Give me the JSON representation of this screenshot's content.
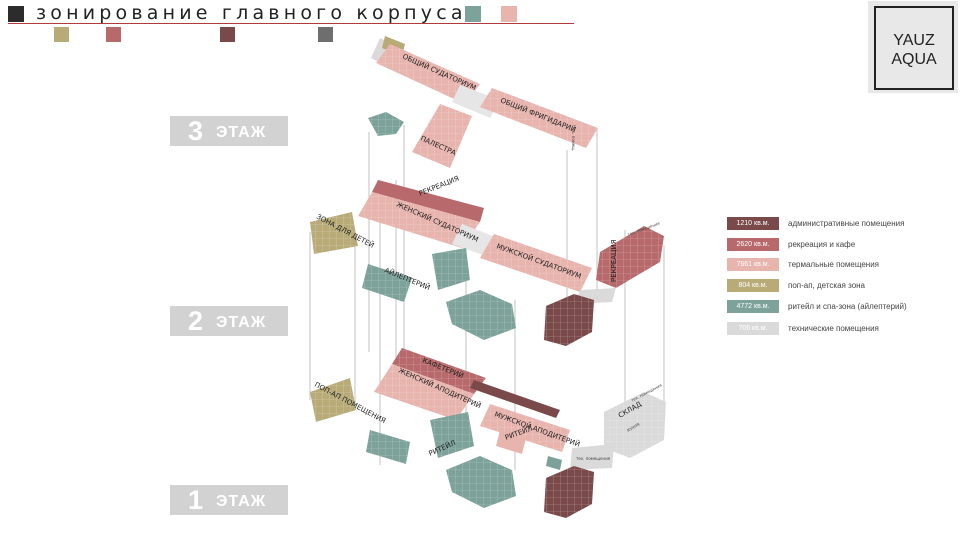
{
  "title": "зонирование главного корпуса",
  "logo": {
    "line1": "YAUZ",
    "line2": "AQUA"
  },
  "floors": [
    {
      "number": "3",
      "word": "ЭТАЖ"
    },
    {
      "number": "2",
      "word": "ЭТАЖ"
    },
    {
      "number": "1",
      "word": "ЭТАЖ"
    }
  ],
  "colors": {
    "admin": "#7a4a4a",
    "recreation": "#b7696b",
    "thermal": "#e8b4ae",
    "popup": "#b8ab78",
    "retail": "#7ca299",
    "technical": "#dadada",
    "header_black": "#2c2c2c",
    "header_gray": "#6e6e6e",
    "header_line": "#b23a3a"
  },
  "legend": [
    {
      "area": "1210 кв.м.",
      "label": "административные помещения",
      "color": "#7a4a4a"
    },
    {
      "area": "2620 кв.м.",
      "label": "рекреация и кафе",
      "color": "#b7696b"
    },
    {
      "area": "7661 кв.м.",
      "label": "термальные помещения",
      "color": "#e8b4ae"
    },
    {
      "area": "804 кв.м.",
      "label": "поп-ап, детская зона",
      "color": "#b8ab78"
    },
    {
      "area": "4772 кв.м.",
      "label": "ритейл и спа-зона (айлептерий)",
      "color": "#7ca299"
    },
    {
      "area": "706 кв.м.",
      "label": "технические помещения",
      "color": "#dadada"
    }
  ],
  "rooms": {
    "f3_general_sudatorium": "ОБЩИЙ СУДАТОРИУМ",
    "f3_general_frigidarium": "ОБЩИЙ ФРИГИДАРИЙ",
    "f3_palestra": "ПАЛЕСТРА",
    "f3_tech": "тех. помещ.",
    "f2_recreation": "РЕКРЕАЦИЯ",
    "f2_female_sudatorium": "ЖЕНСКИЙ СУДАТОРИУМ",
    "f2_male_sudatorium": "МУЖСКОЙ СУДАТОРИУМ",
    "f2_kids_zone": "ЗОНА ДЛЯ ДЕТЕЙ",
    "f2_aileptery": "АЙЛЕПТЕРИЙ",
    "f2_recreation_right": "РЕКРЕАЦИЯ",
    "f2_tech": "тех. помещения",
    "f1_cafeteria": "КАФЕТЕРИЙ",
    "f1_female_apodyterium": "ЖЕНСКИЙ АПОДИТЕРИЙ",
    "f1_male_apodyterium": "МУЖСКОЙ АПОДИТЕРИЙ",
    "f1_popup": "ПОП-АП ПОМЕЩЕНИЯ",
    "f1_retail": "РИТЕЙЛ",
    "f1_retail_small": "РИТЕЙЛ",
    "f1_warehouse": "СКЛАД",
    "f1_kitchen": "КУХНЯ",
    "f1_tech": "тех. помещения",
    "f1_tech2": "тех. помещения"
  }
}
